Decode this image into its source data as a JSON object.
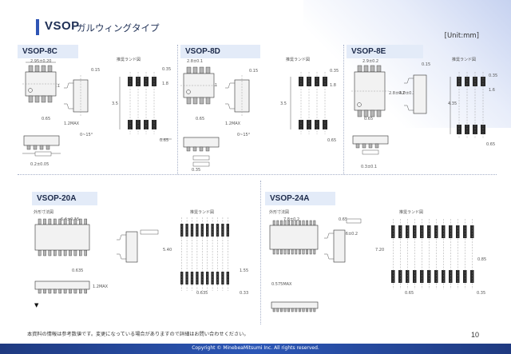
{
  "header": {
    "title": "VSOP",
    "subtitle": "ガルウィングタイプ",
    "unit": "[Unit:mm]"
  },
  "packages": [
    {
      "name": "VSOP-8C",
      "footprint_label": "推奨ランド図",
      "dims": [
        "2.95±0.20",
        "0.15",
        "2.8±0.1",
        "0.65",
        "1.2MAX",
        "0~15°",
        "0.35",
        "3.5",
        "1.8",
        "0.65",
        "0.2±0.05"
      ]
    },
    {
      "name": "VSOP-8D",
      "footprint_label": "推奨ランド図",
      "dims": [
        "2.8±0.1",
        "0.15",
        "2.8±0.1",
        "0.65",
        "1.2MAX",
        "0~15°",
        "0.35",
        "3.5",
        "1.8",
        "0.65",
        "0.35"
      ]
    },
    {
      "name": "VSOP-8E",
      "footprint_label": "推奨ランド図",
      "dims": [
        "2.9±0.2",
        "0.15",
        "2.8±0.2",
        "4.0±0.3",
        "0.65",
        "0.35",
        "4.35",
        "1.6",
        "0.65",
        "0.3±0.1"
      ]
    },
    {
      "name": "VSOP-20A",
      "outline_label": "外形寸法図",
      "footprint_label": "推奨ランド図",
      "dims": [
        "6.4±0.15",
        "1.2MAX",
        "0.635",
        "5.40",
        "1.55",
        "0.635",
        "0.33"
      ]
    },
    {
      "name": "VSOP-24A",
      "outline_label": "外形寸法図",
      "footprint_label": "推奨ランド図",
      "dims": [
        "7.8±0.2",
        "0.65",
        "7.6±0.2",
        "0.575MAX",
        "7.20",
        "0.85",
        "0.65",
        "0.35"
      ]
    }
  ],
  "footer": {
    "note": "本資料の情報は参考数値です。変更になっている場合がありますので詳細はお問い合わせください。",
    "page": "10",
    "copyright": "Copyright © MinebeaMitsumi Inc. All rights reserved."
  }
}
